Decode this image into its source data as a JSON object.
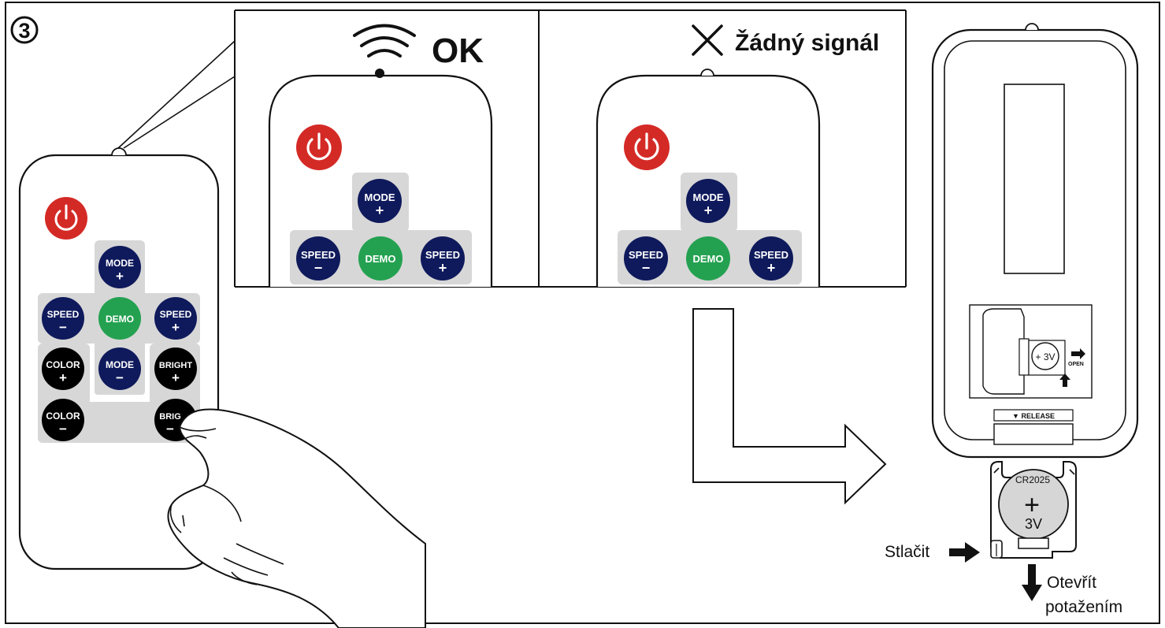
{
  "step_number": "3",
  "panel_ok": {
    "label": "OK",
    "icon": "wifi-signal-icon"
  },
  "panel_no_signal": {
    "label": "Žádný signál",
    "icon": "x-mark-icon"
  },
  "buttons": {
    "mode_top": [
      "MODE",
      "+"
    ],
    "speed_minus": [
      "SPEED",
      "−"
    ],
    "demo": "DEMO",
    "speed_plus": [
      "SPEED",
      "+"
    ],
    "color_plus": [
      "COLOR",
      "+"
    ],
    "mode_bottom": [
      "MODE",
      "−"
    ],
    "bright_plus": [
      "BRIGHT",
      "+"
    ],
    "color_minus": [
      "COLOR",
      "−"
    ],
    "bright_minus": [
      "BRIG",
      "−"
    ]
  },
  "battery_compartment": {
    "release_label": "▼  RELEASE",
    "open_label": "OPEN",
    "small_battery_label": "+ 3V"
  },
  "battery": {
    "model": "CR2025",
    "polarity": "+",
    "voltage": "3V"
  },
  "instructions": {
    "press": "Stlačit",
    "pull_line1": "Otevřít",
    "pull_line2": "potažením"
  },
  "colors": {
    "power_red": "#d42a26",
    "button_navy": "#0f1a5c",
    "demo_green": "#24a150",
    "button_black": "#000000",
    "pad_gray": "#d7d7d7",
    "line": "#111111"
  }
}
